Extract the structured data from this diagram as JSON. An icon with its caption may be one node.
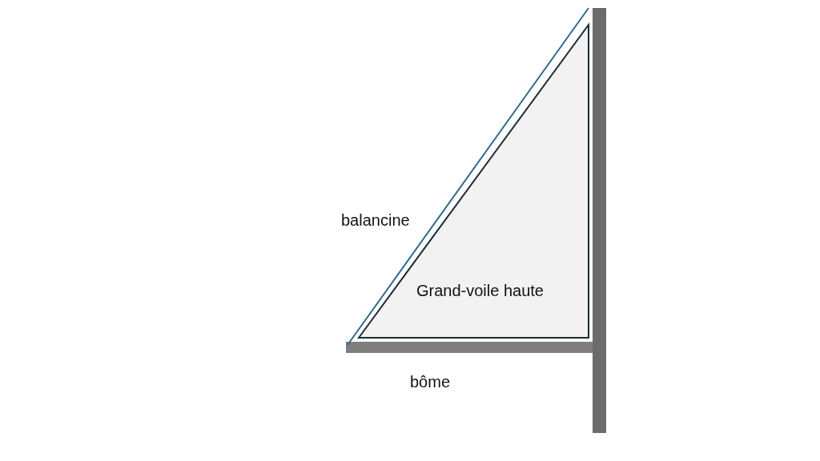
{
  "diagram": {
    "nodes": [
      {
        "text": [
          "Grand-voile haute"
        ]
      }
    ],
    "labels": [
      "balancine",
      "bôme"
    ]
  }
}
